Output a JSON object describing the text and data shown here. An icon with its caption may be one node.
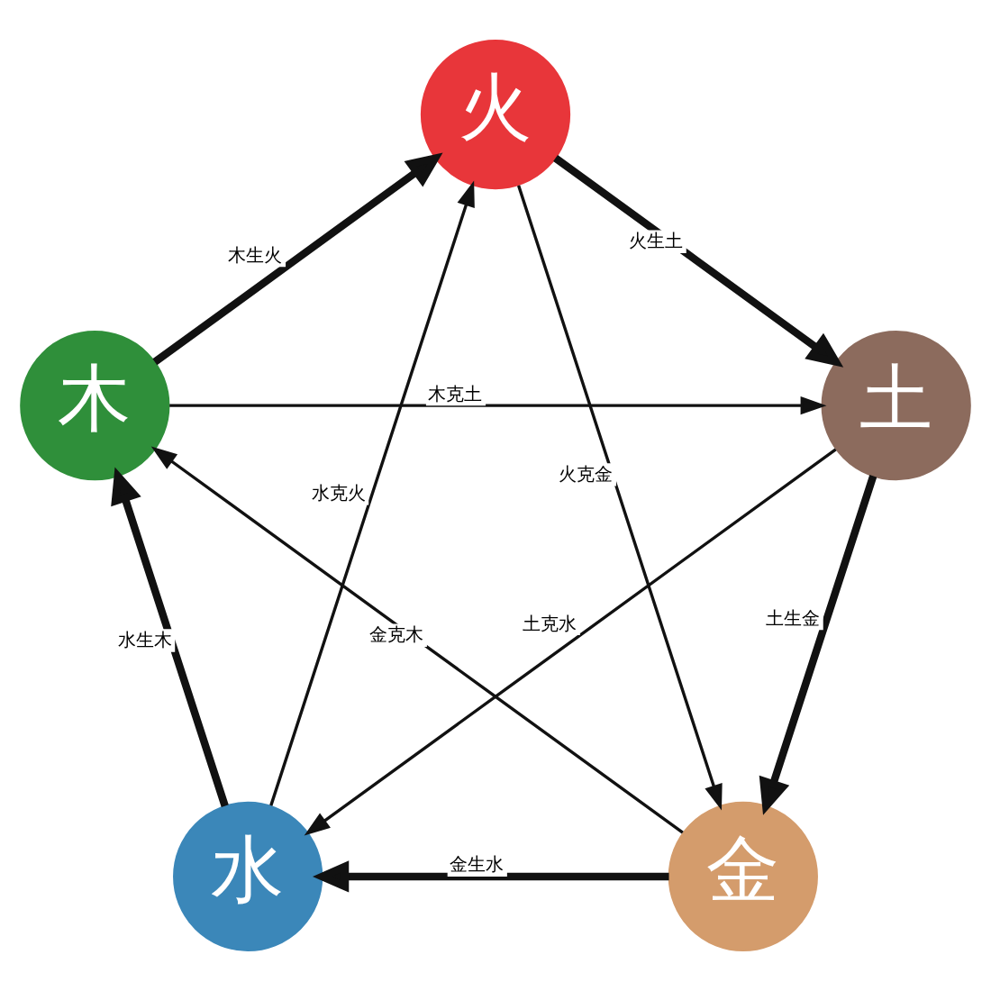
{
  "diagram": {
    "nodes": [
      {
        "text": [
          "火"
        ]
      },
      {
        "text": [
          "木"
        ]
      },
      {
        "text": [
          "土"
        ]
      },
      {
        "text": [
          "水"
        ]
      },
      {
        "text": [
          "金"
        ]
      }
    ],
    "edges": [
      {
        "from": 1,
        "to": 0,
        "arrow": "to",
        "label": "木生火",
        "style": "thick"
      },
      {
        "from": 0,
        "to": 2,
        "arrow": "to",
        "label": "火生土",
        "style": "thick"
      },
      {
        "from": 2,
        "to": 4,
        "arrow": "to",
        "label": "土生金",
        "style": "thick"
      },
      {
        "from": 4,
        "to": 3,
        "arrow": "to",
        "label": "金生水",
        "style": "thick"
      },
      {
        "from": 3,
        "to": 1,
        "arrow": "to",
        "label": "水生木",
        "style": "thick"
      },
      {
        "from": 1,
        "to": 2,
        "arrow": "to",
        "label": "木克土"
      },
      {
        "from": 2,
        "to": 3,
        "arrow": "to",
        "label": "土克水"
      },
      {
        "from": 3,
        "to": 0,
        "arrow": "to",
        "label": "水克火"
      },
      {
        "from": 0,
        "to": 4,
        "arrow": "to",
        "label": "火克金"
      },
      {
        "from": 4,
        "to": 1,
        "arrow": "to",
        "label": "金克木"
      }
    ]
  }
}
